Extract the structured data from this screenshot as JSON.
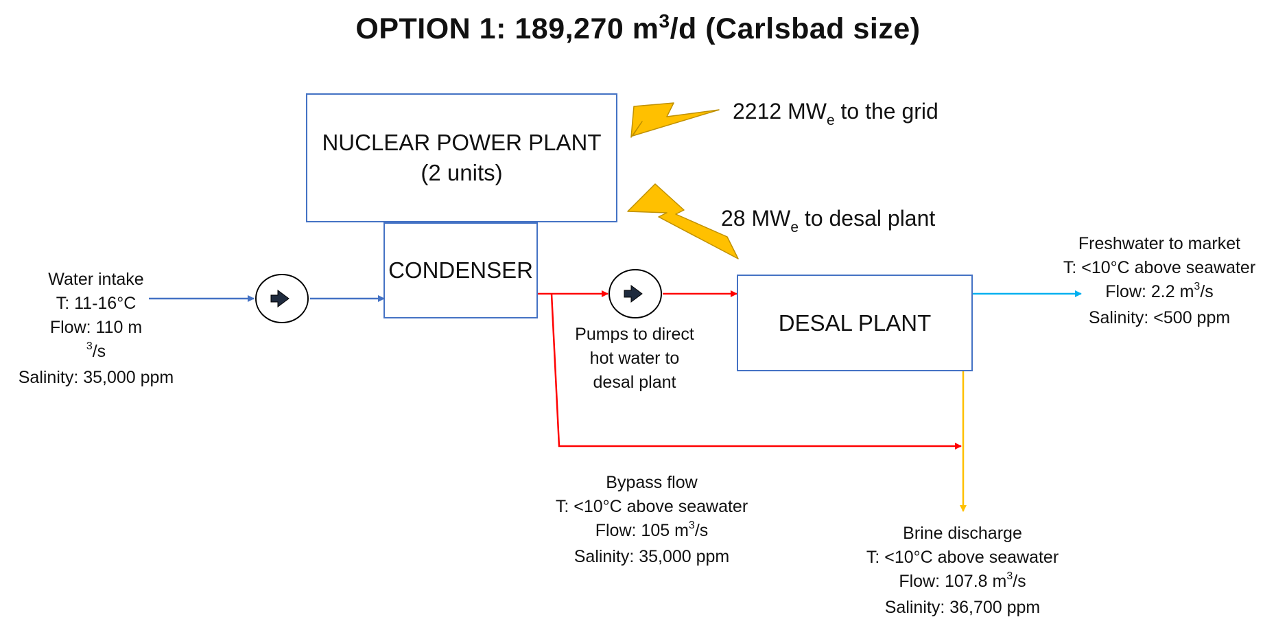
{
  "title": {
    "prefix": "OPTION 1: 189,270 m",
    "sup": "3",
    "suffix": "/d (Carlsbad size)"
  },
  "nuclear_plant": {
    "line1": "NUCLEAR POWER PLANT",
    "line2": "(2 units)"
  },
  "condenser": {
    "label": "CONDENSER"
  },
  "desal_plant": {
    "label": "DESAL PLANT"
  },
  "grid_power": {
    "value": "2212 MW",
    "sub": "e",
    "suffix": " to the grid"
  },
  "desal_power": {
    "value": "28 MW",
    "sub": "e",
    "suffix": " to desal plant"
  },
  "water_intake": {
    "title": "Water intake",
    "temperature": "T: 11-16°C",
    "flow_prefix": "Flow: 110 m",
    "flow_sup": "3",
    "flow_suffix": "/s",
    "salinity": "Salinity: 35,000 ppm"
  },
  "pumps_label": {
    "line1": "Pumps to direct",
    "line2": "hot water to",
    "line3": "desal plant"
  },
  "freshwater": {
    "title": "Freshwater to market",
    "temperature": "T: <10°C above seawater",
    "flow_prefix": "Flow: 2.2 m",
    "flow_sup": "3",
    "flow_suffix": "/s",
    "salinity": "Salinity: <500 ppm"
  },
  "bypass": {
    "title": "Bypass flow",
    "temperature": "T: <10°C above seawater",
    "flow_prefix": "Flow: 105 m",
    "flow_sup": "3",
    "flow_suffix": "/s",
    "salinity": "Salinity: 35,000 ppm"
  },
  "brine": {
    "title": "Brine discharge",
    "temperature": "T: <10°C above seawater",
    "flow_prefix": "Flow: 107.8 m",
    "flow_sup": "3",
    "flow_suffix": "/s",
    "salinity": "Salinity: 36,700 ppm"
  },
  "colors": {
    "intake_line": "#4472c4",
    "hot_water_line": "#ff0000",
    "freshwater_line": "#00b0f0",
    "brine_line": "#ffc000",
    "lightning": "#ffc000",
    "box_border": "#4472c4"
  },
  "icons": {
    "pump": "pump-arrow-icon",
    "power": "lightning-bolt-icon"
  }
}
